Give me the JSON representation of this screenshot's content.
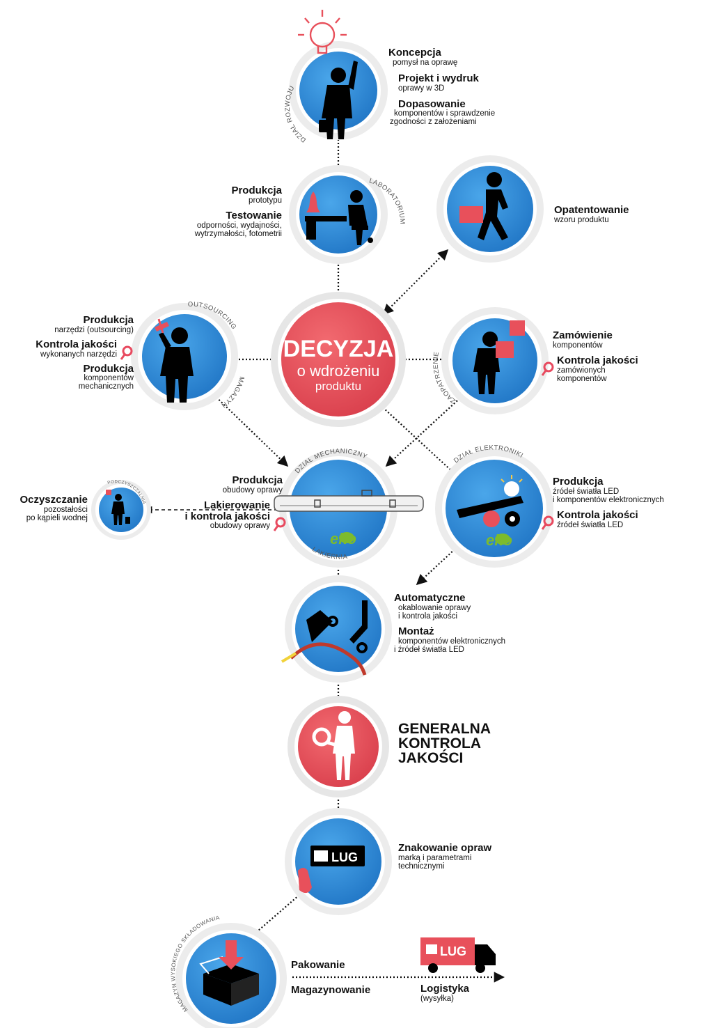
{
  "colors": {
    "blue": "#2f8fd9",
    "red": "#e8505b",
    "magnifier": "#e84a5f",
    "eko_green": "#7dbb2c",
    "ring": "#e9e9e9",
    "ink": "#111111"
  },
  "arc_labels": {
    "rozwoj": "DZIAŁ ROZWOJU",
    "laboratorium": "LABORATORIUM",
    "outsourcing": "OUTSOURCING",
    "magazyn": "MAGAZYN",
    "zaopatrzenie": "ZAOPATRZENIE",
    "mechaniczny": "DZIAŁ MECHANICZNY",
    "elektroniki": "DZIAŁ ELEKTRONIKI",
    "lakiernia": "LAKIERNIA",
    "podczyszczalnia": "PODCZYSZCZALNIA",
    "magazyn_wysokiego": "MAGAZYN WYSOKIEGO SKŁADOWANIA"
  },
  "nodes": {
    "koncepcja": {
      "title": "Koncepcja",
      "sub": "pomysł na oprawę",
      "title2": "Projekt i wydruk",
      "sub2": "oprawy w 3D",
      "title3": "Dopasowanie",
      "sub3a": "komponentów i sprawdzenie",
      "sub3b": "zgodności z założeniami"
    },
    "laboratorium": {
      "title": "Produkcja",
      "sub": "prototypu",
      "title2": "Testowanie",
      "sub2a": "odporności, wydajności,",
      "sub2b": "wytrzymałości, fotometrii"
    },
    "opatentowanie": {
      "title": "Opatentowanie",
      "sub": "wzoru produktu"
    },
    "decyzja": {
      "title": "DECYZJA",
      "line2": "o wdrożeniu",
      "line3": "produktu"
    },
    "outsourcing": {
      "title": "Produkcja",
      "sub": "narzędzi (outsourcing)",
      "title2": "Kontrola jakości",
      "sub2": "wykonanych narzędzi",
      "title3": "Produkcja",
      "sub3a": "komponentów",
      "sub3b": "mechanicznych"
    },
    "zaopatrzenie": {
      "title": "Zamówienie",
      "sub": "komponentów",
      "title2": "Kontrola jakości",
      "sub2a": "zamówionych",
      "sub2b": "komponentów"
    },
    "oczyszczanie": {
      "title": "Oczyszczanie",
      "sub": "pozostałości",
      "sub2": "po kąpieli wodnej"
    },
    "mechaniczny": {
      "title": "Produkcja",
      "sub": "obudowy oprawy",
      "title2a": "Lakierowanie",
      "title2b": "i kontrola jakości",
      "sub2": "obudowy oprawy",
      "eko": "eko"
    },
    "elektroniki": {
      "title": "Produkcja",
      "sub": "źródeł światła LED",
      "sub_b": "i komponentów elektronicznych",
      "title2": "Kontrola jakości",
      "sub2": "źródeł światła LED",
      "eko": "eko"
    },
    "montaz": {
      "title": "Automatyczne",
      "sub": "okablowanie oprawy",
      "sub_b": "i kontrola jakości",
      "title2": "Montaż",
      "sub2": "komponentów elektronicznych",
      "sub2b": "i źródeł światła LED"
    },
    "generalna": {
      "line1": "GENERALNA",
      "line2": "KONTROLA",
      "line3": "JAKOŚCI"
    },
    "znakowanie": {
      "title": "Znakowanie opraw",
      "sub": "marką i parametrami",
      "sub_b": "technicznymi",
      "brand": "LUG"
    },
    "pakowanie": {
      "label1": "Pakowanie",
      "label2": "Magazynowanie"
    },
    "logistyka": {
      "title": "Logistyka",
      "sub": "(wysyłka)",
      "brand": "LUG"
    }
  }
}
